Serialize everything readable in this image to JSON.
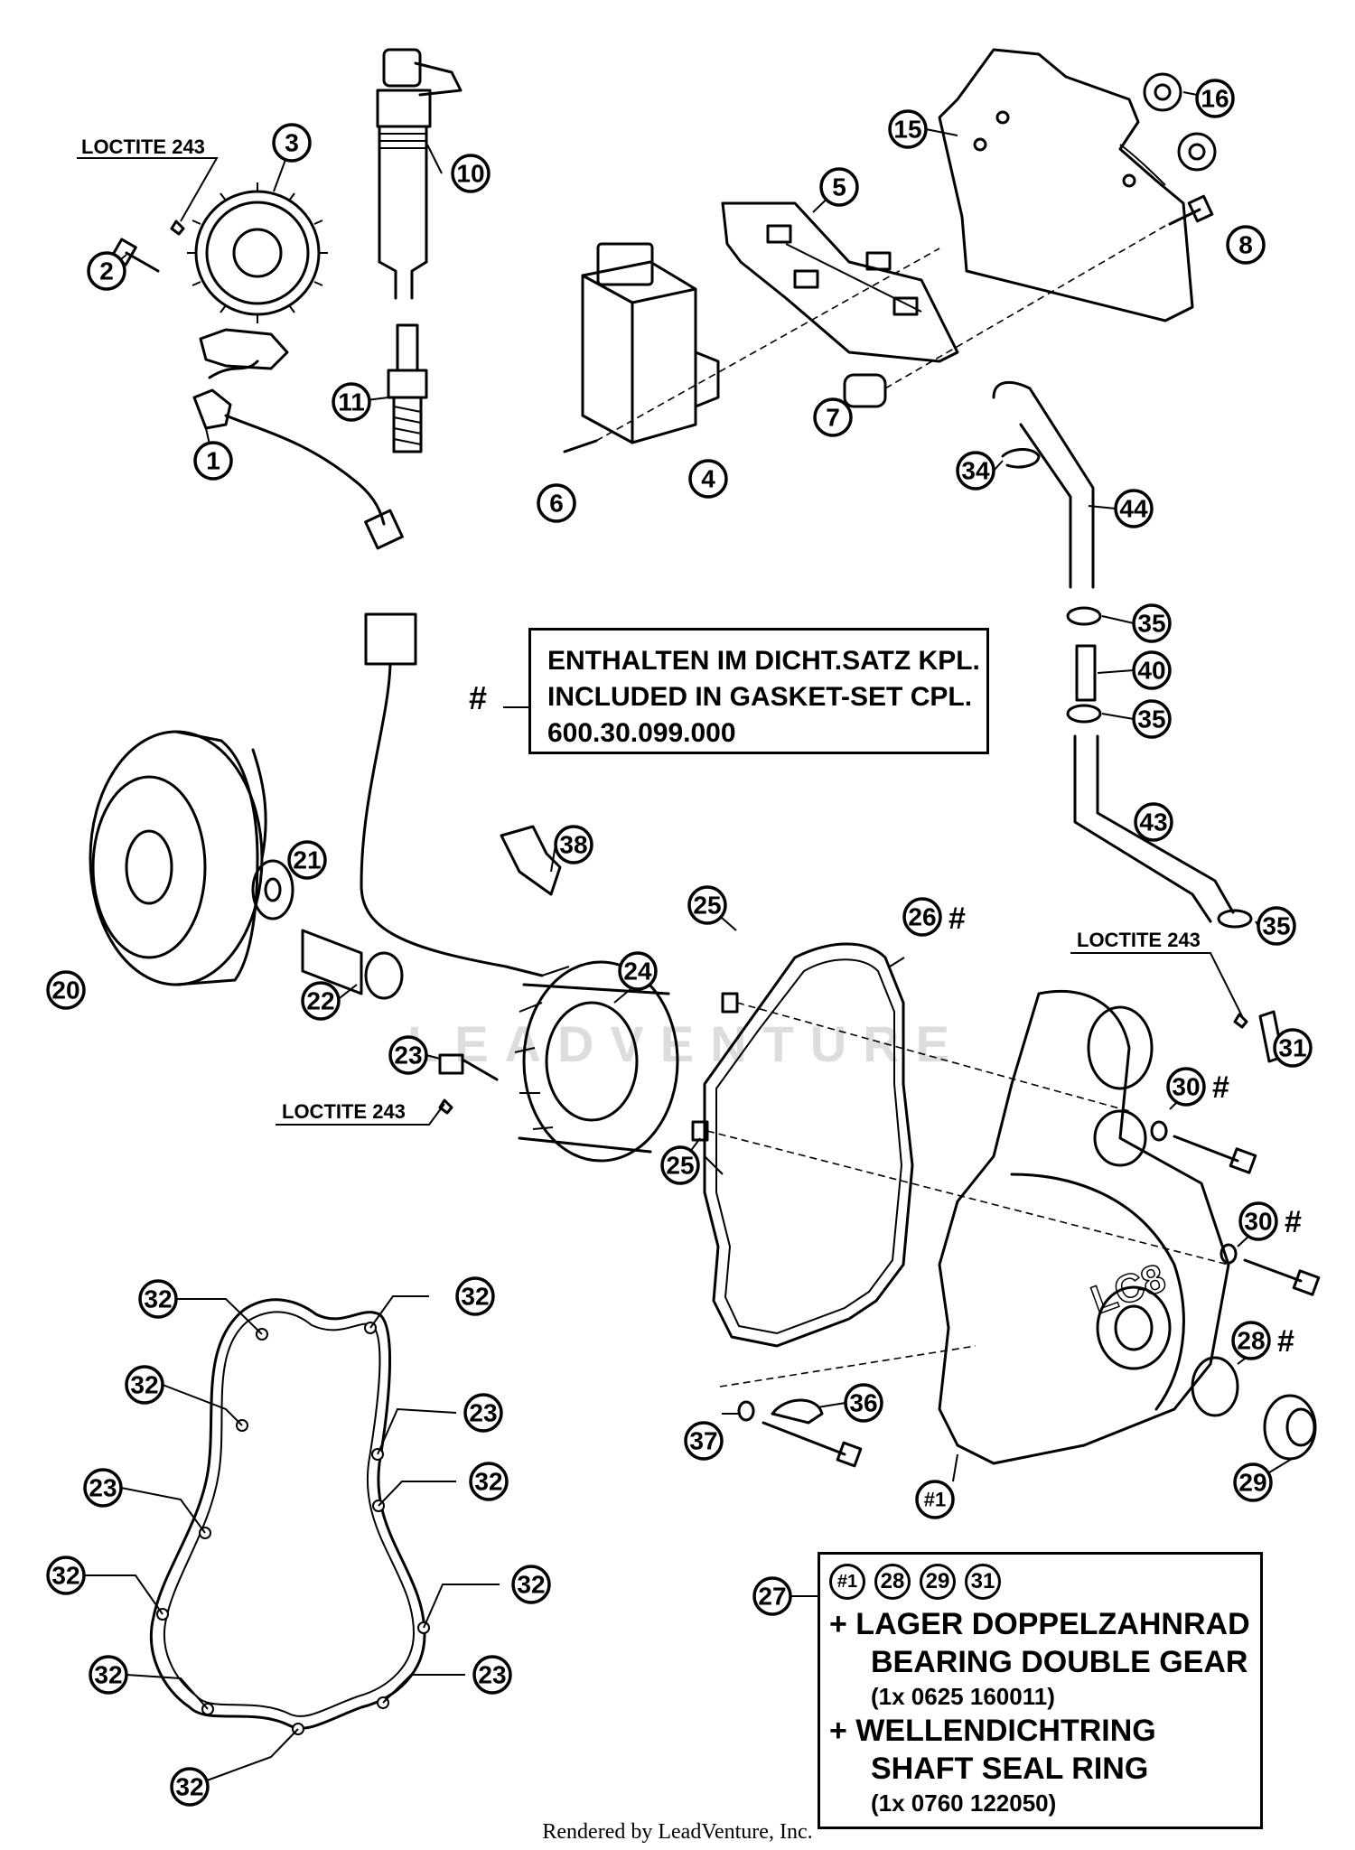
{
  "callouts": [
    "1",
    "2",
    "3",
    "4",
    "5",
    "6",
    "7",
    "8",
    "10",
    "11",
    "15",
    "16",
    "20",
    "21",
    "22",
    "23",
    "24",
    "25",
    "26",
    "27",
    "28",
    "29",
    "30",
    "31",
    "32",
    "34",
    "35",
    "36",
    "37",
    "38",
    "40",
    "43",
    "44",
    "#1"
  ],
  "labels": {
    "loctite": "LOCTITE 243",
    "hash": "#"
  },
  "note_box": {
    "line1": "ENTHALTEN IM DICHT.SATZ KPL.",
    "line2": "INCLUDED IN GASKET-SET CPL.",
    "line3": "600.30.099.000"
  },
  "kit_box": {
    "refs": [
      "#1",
      "28",
      "29",
      "31"
    ],
    "ref_number": "27",
    "item1_de": "+ LAGER DOPPELZAHNRAD",
    "item1_en": "BEARING DOUBLE GEAR",
    "item1_code": "(1x 0625 160011)",
    "item2_de": "+ WELLENDICHTRING",
    "item2_en": "SHAFT SEAL RING",
    "item2_code": "(1x 0760 122050)"
  },
  "watermark": "LEADVENTURE",
  "footer": "Rendered by LeadVenture, Inc."
}
